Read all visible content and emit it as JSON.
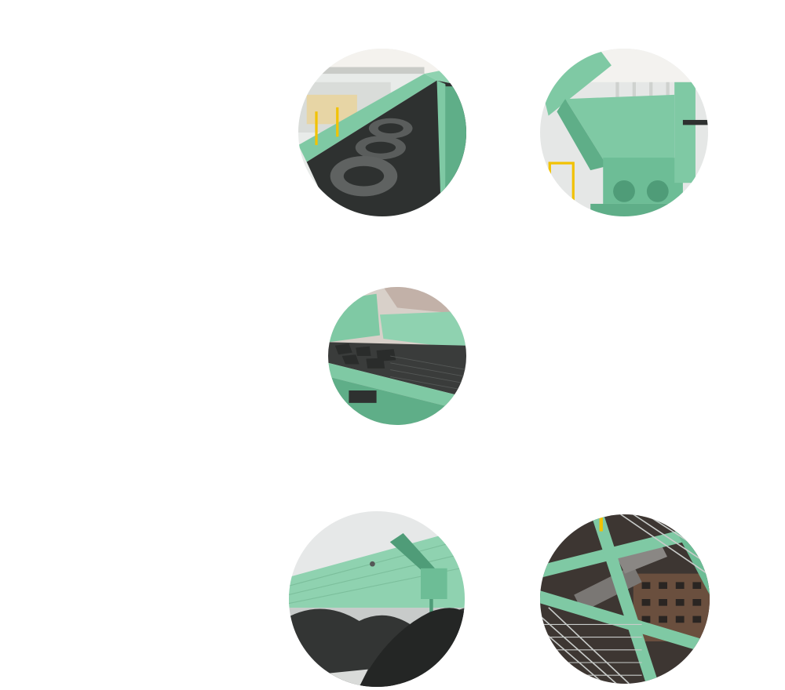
{
  "colors": {
    "machine_green": "#7fc9a4",
    "machine_green_dark": "#4f9c78",
    "rubber_dark": "#2e3130",
    "tyre": "#5a5d5c",
    "wall_light": "#e9ecea",
    "sky": "#e6e8e8",
    "safety_yellow": "#f2c200"
  },
  "photos": [
    {
      "id": "tyres-on-conveyor",
      "icon": "tyre-conveyor-photo"
    },
    {
      "id": "shredder-hopper",
      "icon": "shredder-photo"
    },
    {
      "id": "rubber-chip-screen",
      "icon": "screen-photo"
    },
    {
      "id": "rubber-chip-stockpile",
      "icon": "stockpile-photo"
    },
    {
      "id": "steel-grating-rollers",
      "icon": "grating-photo"
    }
  ]
}
